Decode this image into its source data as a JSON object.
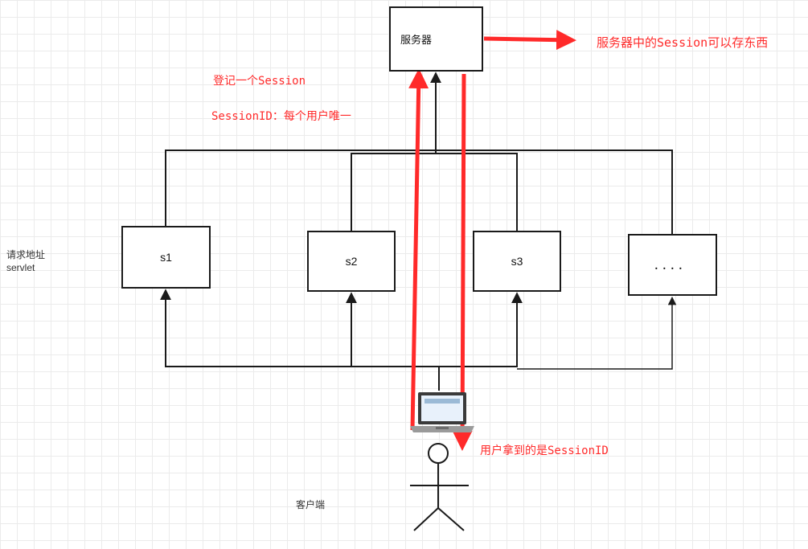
{
  "server": {
    "label": "服务器"
  },
  "servlets": [
    {
      "label": "s1"
    },
    {
      "label": "s2"
    },
    {
      "label": "s3"
    },
    {
      "label": "．．．．"
    }
  ],
  "labels": {
    "server_note": "服务器中的Session可以存东西",
    "register_session": "登记一个Session",
    "session_id_note": "SessionID：每个用户唯一",
    "user_gets": "用户拿到的是SessionID",
    "request_path_line1": "请求地址",
    "request_path_line2": "servlet",
    "client": "客户端"
  },
  "icons": [
    "laptop-icon",
    "stick-figure-icon"
  ],
  "colors": {
    "highlight": "#ff2a2a",
    "line": "#1a1a1a"
  }
}
